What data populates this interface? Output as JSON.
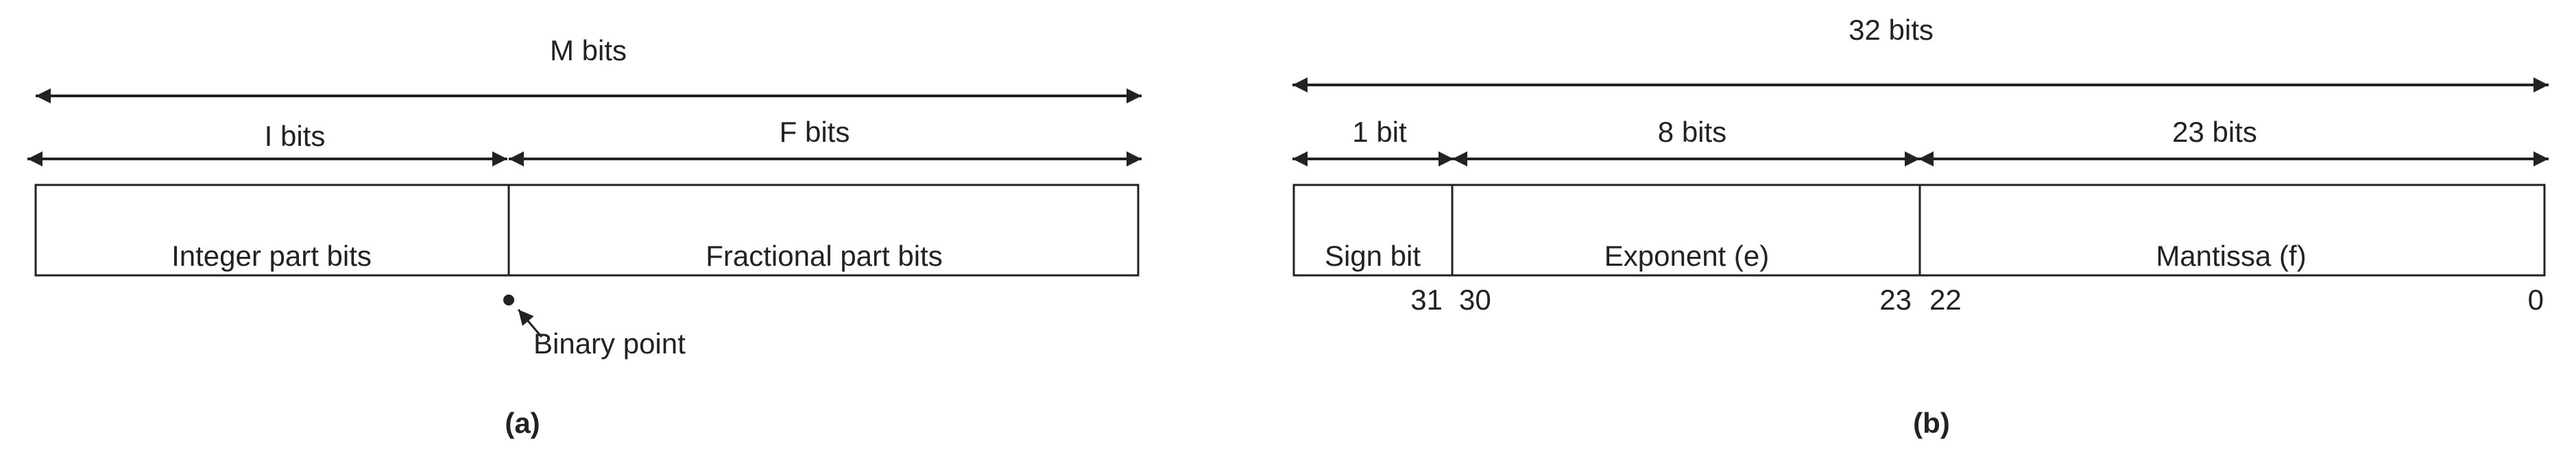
{
  "fixed_point": {
    "total_label": "M bits",
    "integer_label": "I bits",
    "fraction_label": "F bits",
    "integer_field": "Integer part bits",
    "fraction_field": "Fractional part bits",
    "point_label": "Binary point",
    "caption": "(a)"
  },
  "float_point": {
    "total_label": "32 bits",
    "sign_width": "1 bit",
    "exponent_width": "8 bits",
    "mantissa_width": "23 bits",
    "sign_field": "Sign bit",
    "exponent_field": "Exponent (e)",
    "mantissa_field": "Mantissa (f)",
    "bit_31": "31",
    "bit_30": "30",
    "bit_23": "23",
    "bit_22": "22",
    "bit_0": "0",
    "caption": "(b)"
  }
}
